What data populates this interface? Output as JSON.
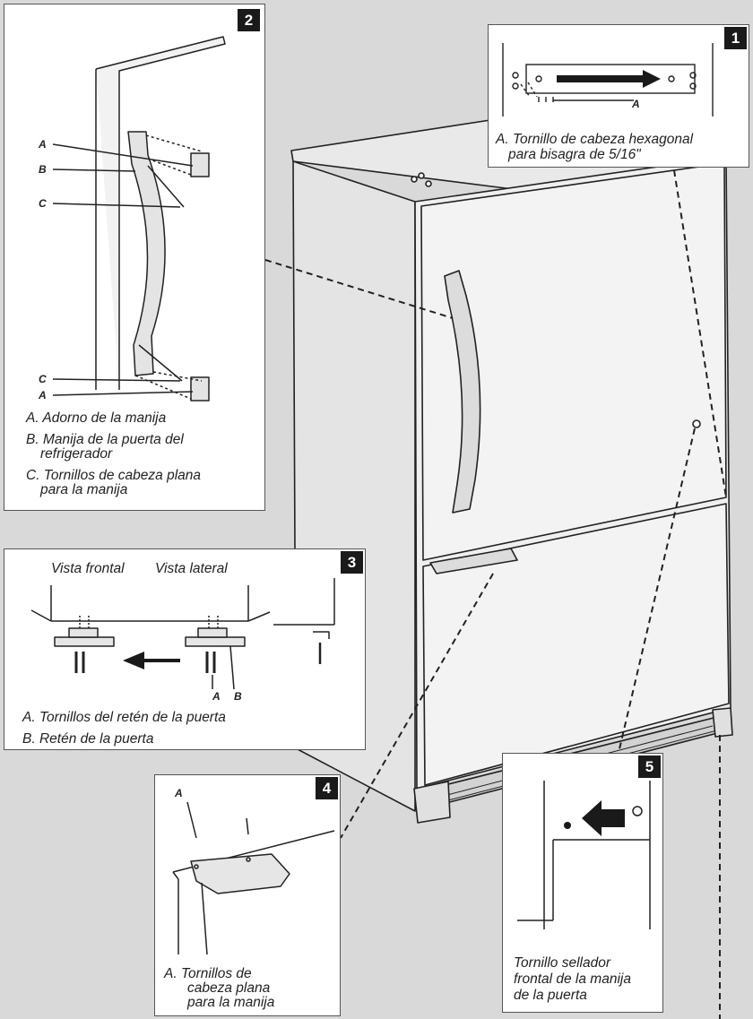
{
  "panel1": {
    "number": "1",
    "callout_a": "A",
    "caption_line1": "A. Tornillo de cabeza hexagonal",
    "caption_line2": "para bisagra de 5/16\""
  },
  "panel2": {
    "number": "2",
    "callouts": [
      "A",
      "B",
      "C",
      "C",
      "A"
    ],
    "legend": [
      "A. Adorno de la manija",
      "B. Manija de la puerta del",
      "refrigerador",
      "C. Tornillos de cabeza plana",
      "para la manija"
    ]
  },
  "panel3": {
    "number": "3",
    "view_front": "Vista frontal",
    "view_side": "Vista lateral",
    "callout_a": "A",
    "callout_b": "B",
    "legend": [
      "A. Tornillos del retén de la puerta",
      "B. Retén de la puerta"
    ]
  },
  "panel4": {
    "number": "4",
    "callout_a": "A",
    "legend": [
      "A. Tornillos de",
      "cabeza plana",
      "para la manija"
    ]
  },
  "panel5": {
    "number": "5",
    "caption": [
      "Tornillo sellador",
      "frontal de la manija",
      "de la puerta"
    ]
  },
  "colors": {
    "background": "#d9d9d9",
    "panel": "#ffffff",
    "line": "#222222",
    "badge": "#1a1a1a"
  }
}
